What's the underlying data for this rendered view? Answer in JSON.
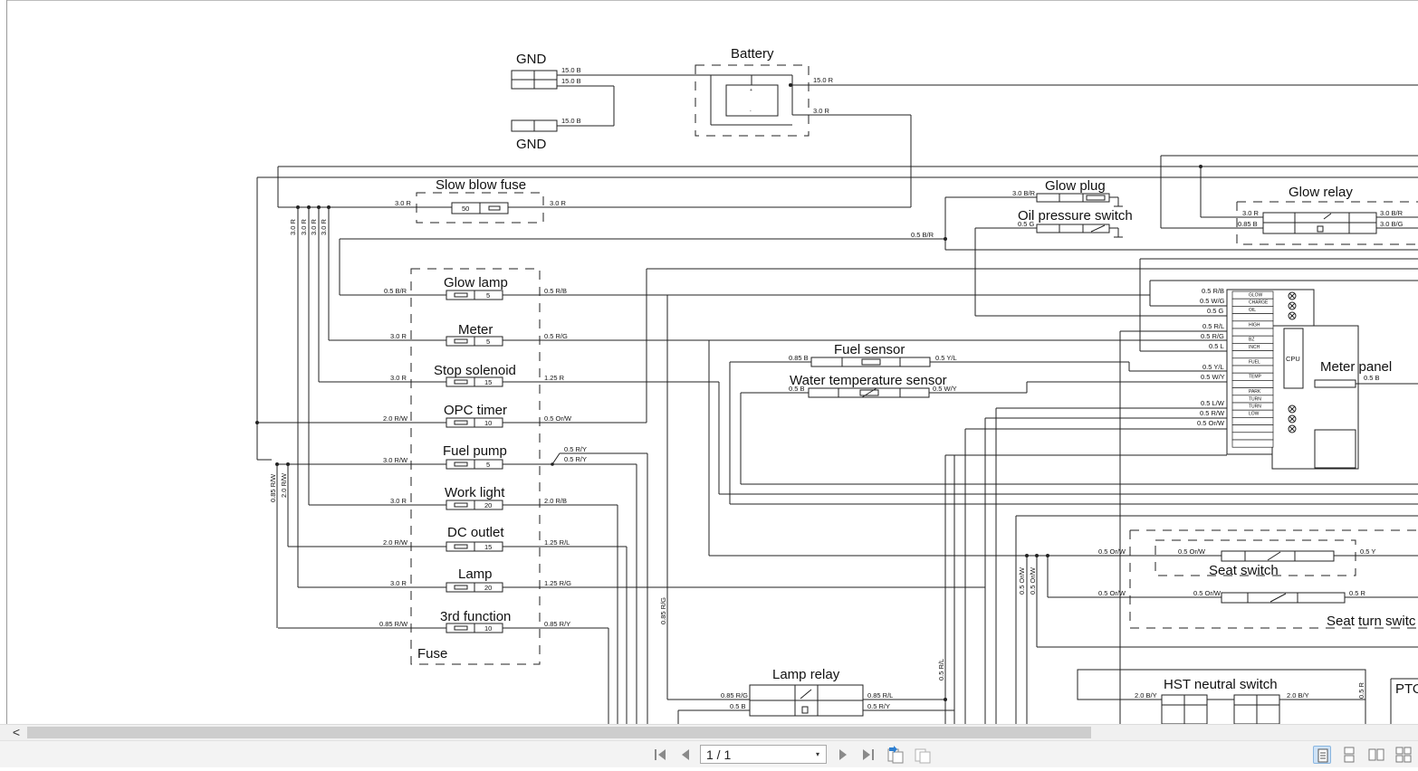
{
  "diagram": {
    "components": {
      "battery": "Battery",
      "gnd_top": "GND",
      "gnd_bottom": "GND",
      "slow_blow_fuse": "Slow blow fuse",
      "glow_plug": "Glow plug",
      "oil_pressure_switch": "Oil pressure switch",
      "glow_relay": "Glow relay",
      "glow_lamp": "Glow lamp",
      "meter": "Meter",
      "stop_solenoid": "Stop solenoid",
      "opc_timer": "OPC timer",
      "fuel_pump": "Fuel pump",
      "work_light": "Work light",
      "dc_outlet": "DC outlet",
      "lamp": "Lamp",
      "third_function": "3rd function",
      "fuse_group": "Fuse",
      "fuel_sensor": "Fuel sensor",
      "water_temp_sensor": "Water temperature sensor",
      "meter_panel": "Meter panel",
      "cpu": "CPU",
      "seat_switch": "Seat switch",
      "seat_turn_switch": "Seat turn switc",
      "lamp_relay": "Lamp relay",
      "hst_neutral_switch": "HST neutral switch",
      "pto": "PTO"
    },
    "fuse_ratings": {
      "slow_blow": "50",
      "glow_lamp": "5",
      "meter": "5",
      "stop_solenoid": "15",
      "opc_timer": "10",
      "fuel_pump": "5",
      "work_light": "20",
      "dc_outlet": "15",
      "lamp": "20",
      "third_function": "10"
    },
    "wires": {
      "gnd1": "15.0 B",
      "gnd2": "15.0 B",
      "gnd3": "15.0 B",
      "batt_pos": "15.0 R",
      "batt_out": "3.0 R",
      "sbf_in": "3.0 R",
      "sbf_out": "3.0 R",
      "v1": "3.0 R",
      "v2": "3.0 R",
      "v3": "3.0 R",
      "v4": "3.0 R",
      "glow_plug_in": "3.0 B/R",
      "oil_in": "0.5 G",
      "br_line": "0.5 B/R",
      "gr_l1": "3.0 R",
      "gr_l2": "0.85 B",
      "gr_r1": "3.0 B/R",
      "gr_r2": "3.0 B/G",
      "glow_lamp_in": "0.5 B/R",
      "glow_lamp_out": "0.5 R/B",
      "meter_in": "3.0 R",
      "meter_out": "0.5 R/G",
      "stop_in": "3.0 R",
      "stop_out": "1.25 R",
      "opc_in": "2.0 R/W",
      "opc_out": "0.5 Or/W",
      "fp_in": "3.0 R/W",
      "fp_out1": "0.5 R/Y",
      "fp_out2": "0.5 R/Y",
      "wl_in": "3.0 R",
      "wl_out": "2.0 R/B",
      "dc_in": "2.0 R/W",
      "dc_out": "1.25 R/L",
      "lamp_in": "3.0 R",
      "lamp_out": "1.25 R/G",
      "tf_in": "0.85 R/W",
      "tf_out": "0.85 R/Y",
      "vert_085rw": "0.85 R/W",
      "vert_20rw": "2.0 R/W",
      "vert_085rg": "0.85 R/G",
      "fs_in": "0.85 B",
      "fs_out": "0.5 Y/L",
      "wt_in": "0.5 B",
      "wt_out": "0.5 W/Y",
      "mp1": "0.5 R/B",
      "mp2": "0.5 W/G",
      "mp3": "0.5 G",
      "mp4": "0.5 R/L",
      "mp5": "0.5 R/G",
      "mp6": "0.5 L",
      "mp7": "0.5 Y/L",
      "mp8": "0.5 W/Y",
      "mp9": "0.5 L/W",
      "mp10": "0.5 R/W",
      "mp11": "0.5 Or/W",
      "mp_right": "0.5 B",
      "ss_in1": "0.5 Or/W",
      "ss_in2": "0.5 Or/W",
      "ss_out": "0.5 Y",
      "st_in1": "0.5 Or/W",
      "st_in2": "0.5 Or/W",
      "st_out": "0.5 R",
      "vert_orw1": "0.5 Or/W",
      "vert_orw2": "0.5 Or/W",
      "vert_rl": "0.5 R/L",
      "lr_in1": "0.85 R/G",
      "lr_in2": "0.5 B",
      "lr_out1": "0.85 R/L",
      "lr_out2": "0.5 R/Y",
      "hst_in": "2.0 B/Y",
      "hst_out": "2.0 B/Y",
      "pto_vert": "0.5 R"
    },
    "meter_panel_rows": [
      "GLOW",
      "CHARGE",
      "OIL",
      "",
      "HIGH",
      "",
      "BZ",
      "INCH",
      "",
      "FUEL",
      "",
      "TEMP",
      "",
      "PARK",
      "TURN",
      "TURN",
      "LOW",
      "",
      "",
      "",
      ""
    ]
  },
  "scrollbar": {
    "left_arrow": "<"
  },
  "toolbar": {
    "first_page": "first-page",
    "prev_page": "prev-page",
    "page_value": "1 / 1",
    "next_page": "next-page",
    "last_page": "last-page",
    "dropdown": "▾"
  }
}
